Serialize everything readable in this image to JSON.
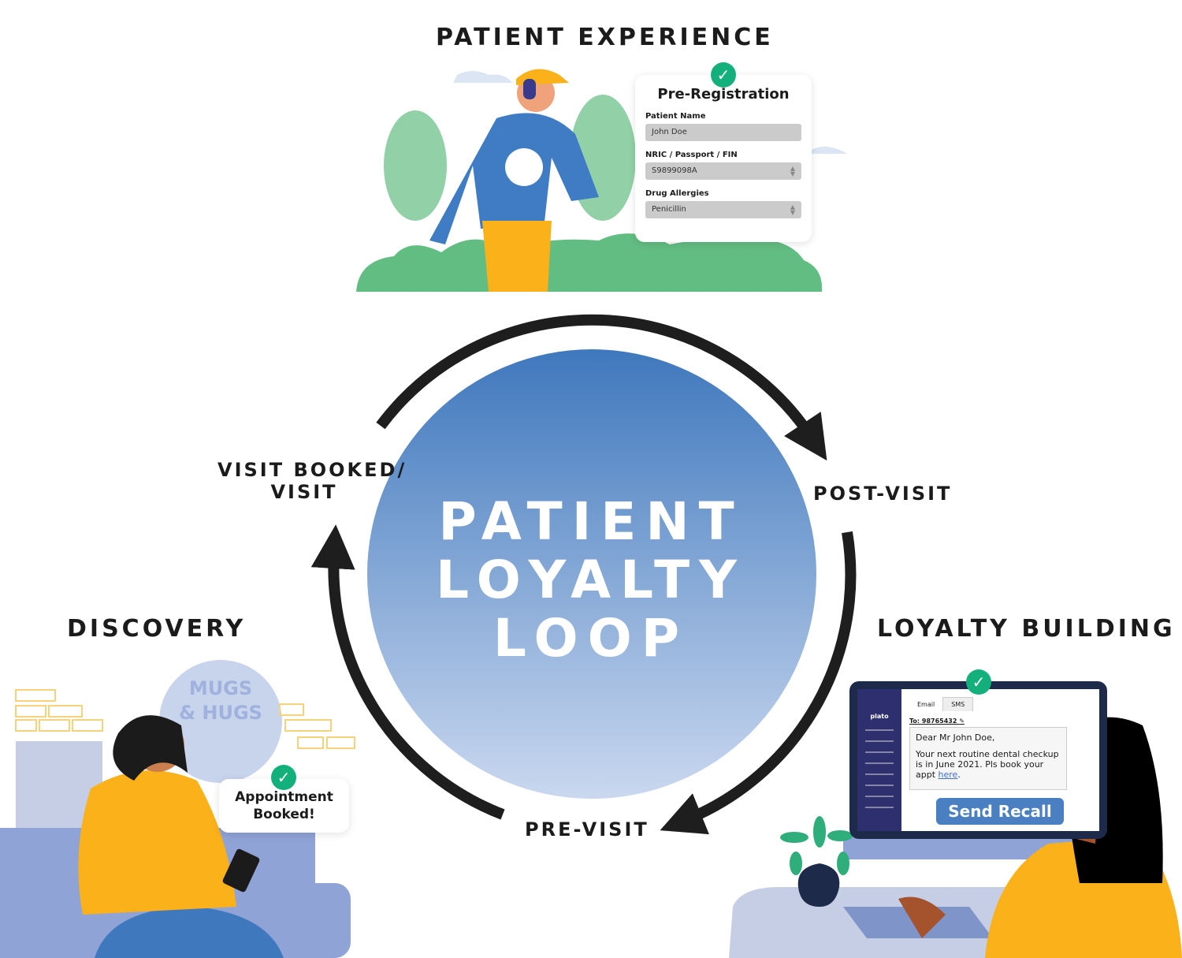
{
  "center": {
    "line1": "PATIENT",
    "line2": "LOYALTY",
    "line3": "LOOP"
  },
  "stages": {
    "patient_experience": "PATIENT EXPERIENCE",
    "post_visit": "POST-VISIT",
    "loyalty_building": "LOYALTY BUILDING",
    "pre_visit": "PRE-VISIT",
    "discovery": "DISCOVERY",
    "visit_booked_1": "VISIT BOOKED/",
    "visit_booked_2": "VISIT"
  },
  "prereg": {
    "title": "Pre-Registration",
    "fields": [
      {
        "label": "Patient Name",
        "value": "John Doe"
      },
      {
        "label": "NRIC / Passport / FIN",
        "value": "S9899098A"
      },
      {
        "label": "Drug Allergies",
        "value": "Penicillin"
      }
    ]
  },
  "appointment": {
    "line1": "Appointment",
    "line2": "Booked!"
  },
  "cafe": {
    "line1": "MUGS",
    "line2": "& HUGS"
  },
  "recall": {
    "logo": "plato",
    "tabs": [
      "Email",
      "SMS"
    ],
    "to": "To: 98765432",
    "greeting": "Dear Mr John Doe,",
    "body": "Your next routine dental checkup is in June 2021. Pls book your appt ",
    "link": "here",
    "button": "Send Recall"
  },
  "colors": {
    "check": "#13b07c",
    "circle_top": "#3f78bd",
    "circle_bottom": "#c8d6ee",
    "ring": "#1e1e1e"
  }
}
